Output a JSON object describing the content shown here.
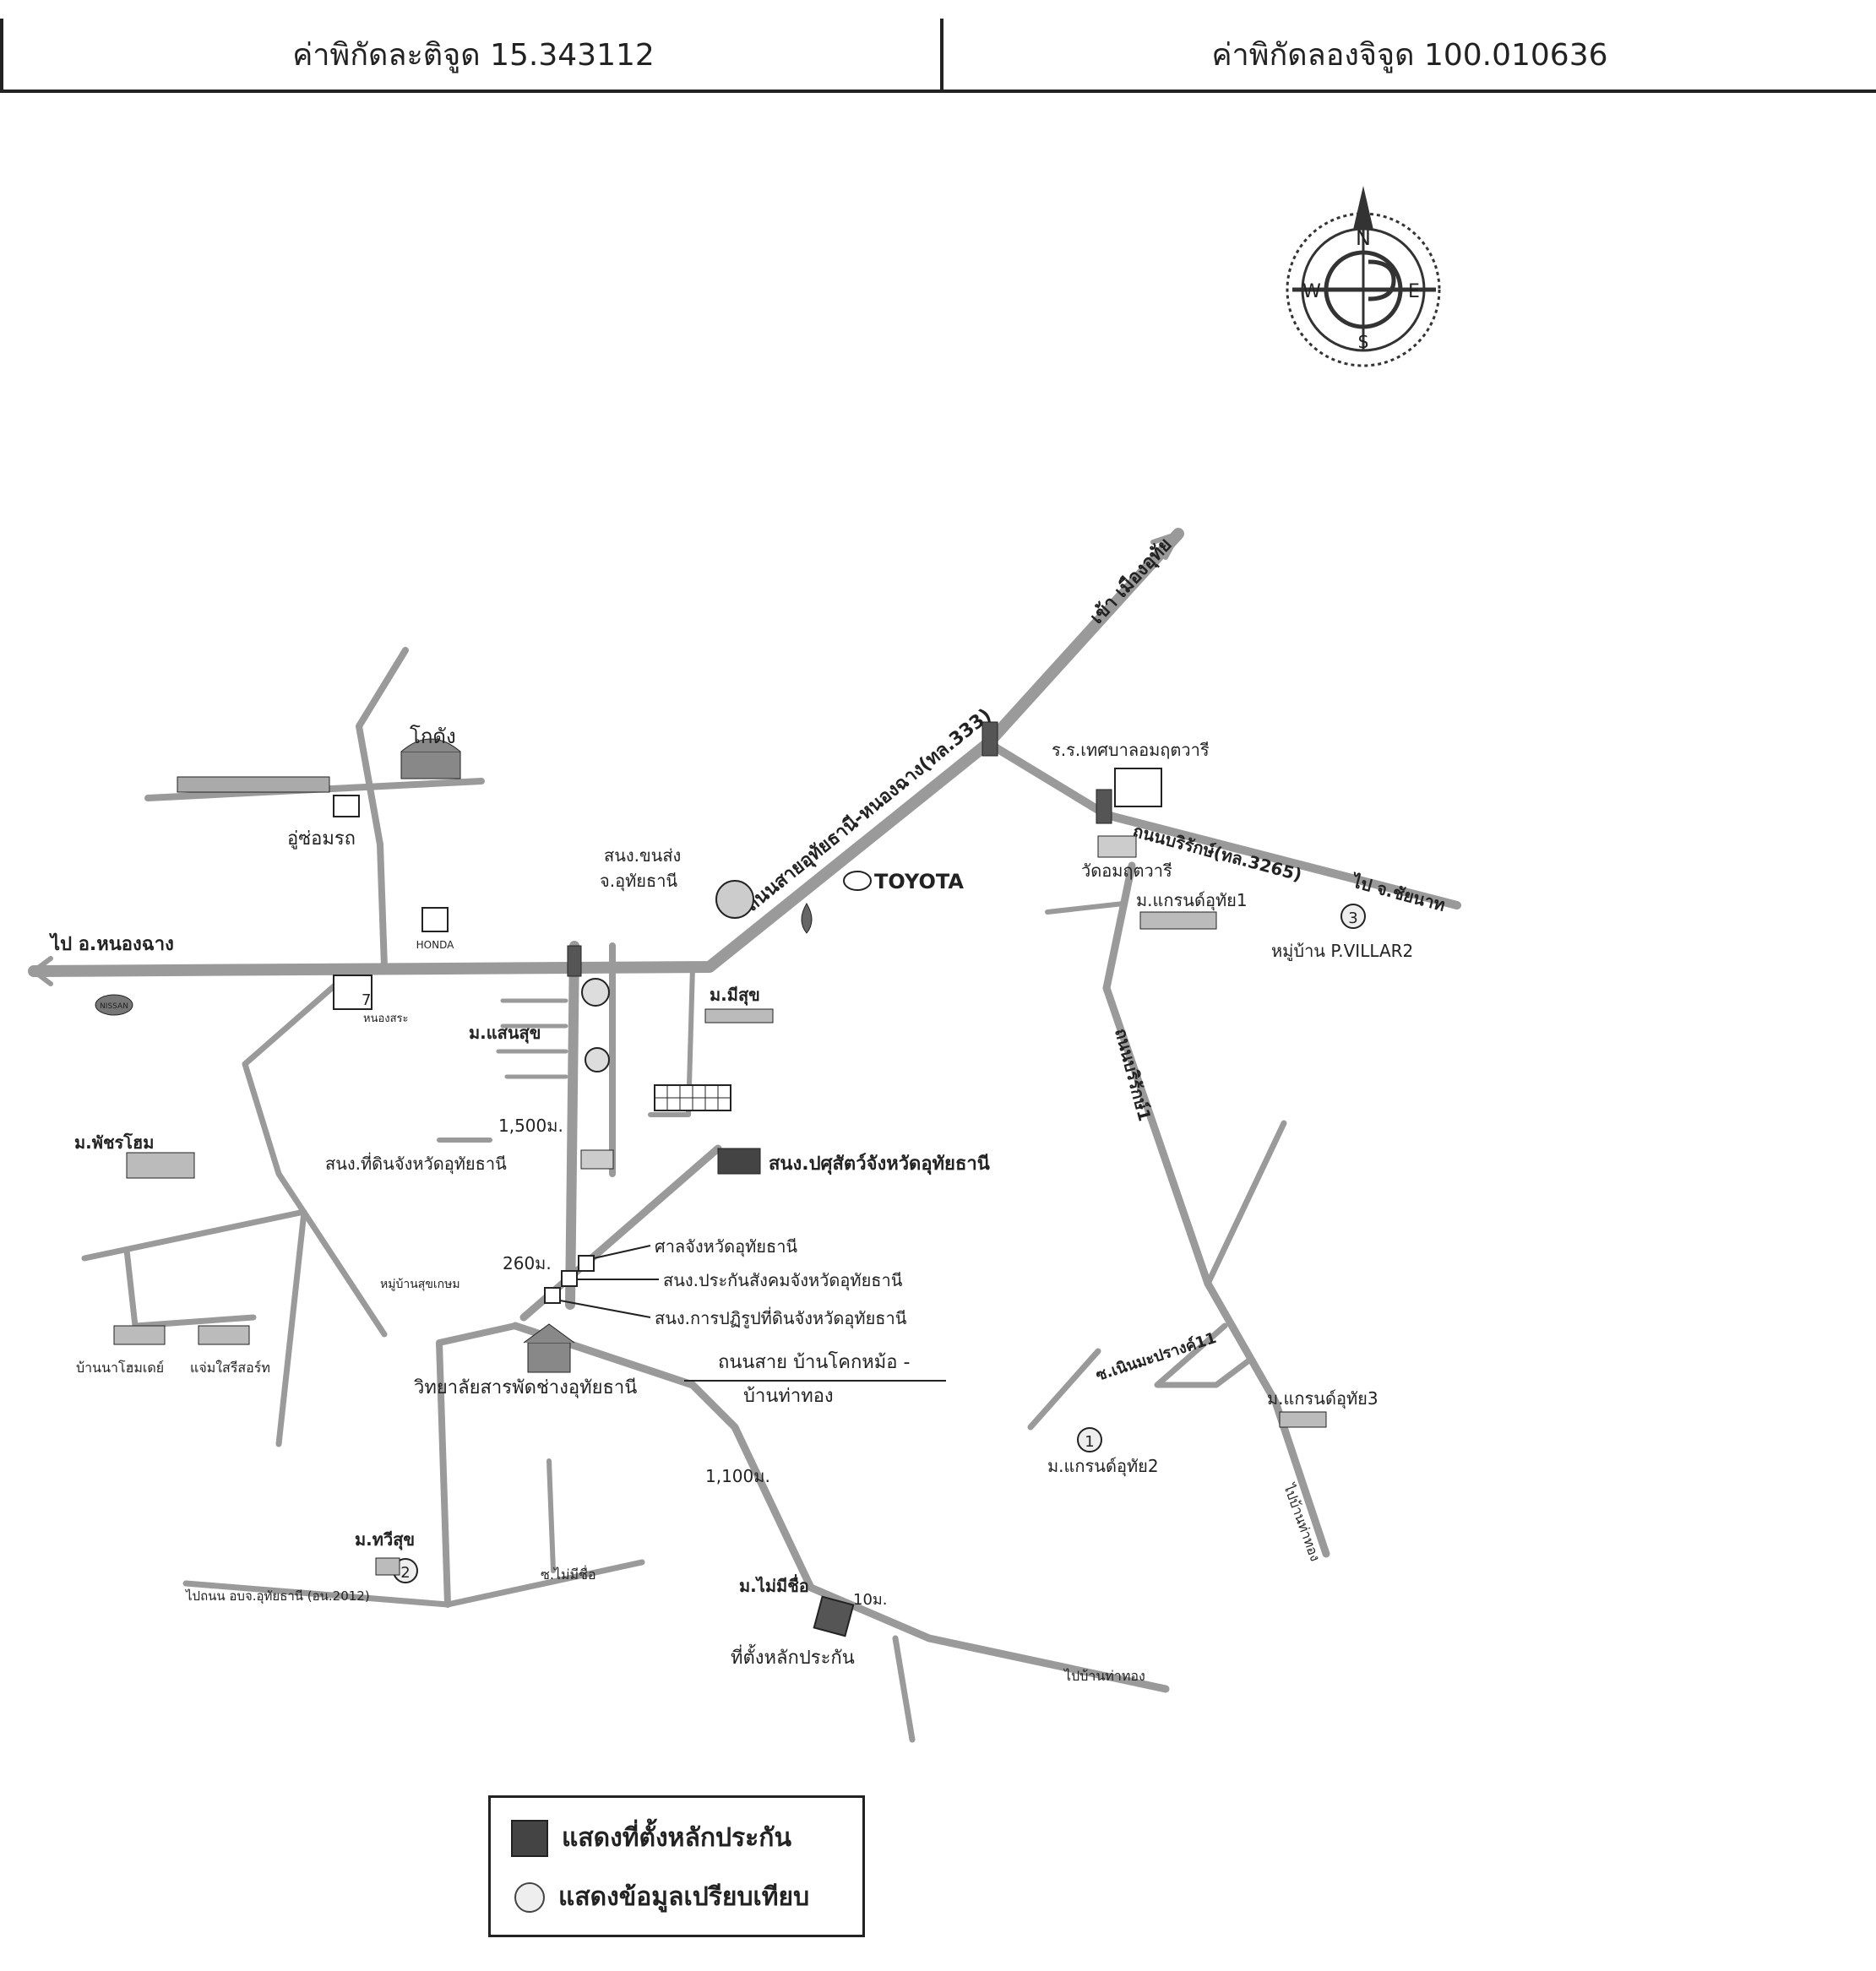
{
  "header": {
    "latitude": "ค่าพิกัดละติจูด 15.343112",
    "longitude": "ค่าพิกัดลองจิจูด 100.010636"
  },
  "compass": {
    "n": "N",
    "s": "S",
    "e": "E",
    "w": "W"
  },
  "roads": {
    "main_highway": "ถนนสายอุทัยธานี-หนองฉาง(ทล.333)",
    "to_muang": "เข้า เมืองอุทัย",
    "to_nong_chang": "ไป อ.หนองฉาง",
    "road_3265": "ถนนบริรักษ์(ทล.3265)",
    "to_sakae": "ไป จ.ชัยนาท",
    "borirak_1": "ถนนบริรักษ์1",
    "soi_11": "ซ.เนินมะปรางค์11",
    "khok_road_line1": "ถนนสาย บ้านโคกหม้อ -",
    "khok_road_line2": "บ้านท่าทอง",
    "to_ban_tha_thong": "ไปบ้านท่าทอง",
    "to_phanom": "ไปถนน อบจ.อุทัยธานี (อน.2012)",
    "to_right_down": "ไปบ้านท่าทอง",
    "soi_small": "ซ.ไม่มีชื่อ"
  },
  "places": {
    "warehouse": "โกดัง",
    "garage": "อู่ซ่อมรถ",
    "transport_office_line1": "สนง.ขนส่ง",
    "transport_office_line2": "จ.อุทัยธานี",
    "toyota": "TOYOTA",
    "honda": "HONDA",
    "nissan": "NISSAN",
    "seven": "7",
    "seven_sub": "หนองสระ",
    "m_misuk": "ม.มีสุข",
    "m_saensuk": "ม.แสนสุข",
    "m_pattarahome": "ม.พัชรโฮม",
    "land_office": "สนง.ที่ดินจังหวัดอุทัยธานี",
    "livestock_office": "สนง.ปศุสัตว์จังหวัดอุทัยธานี",
    "court": "ศาลจังหวัดอุทัยธานี",
    "social_security": "สนง.ประกันสังคมจังหวัดอุทัยธานี",
    "land_reform": "สนง.การปฏิรูปที่ดินจังหวัดอุทัยธานี",
    "village_sukkasem": "หมู่บ้านสุขเกษม",
    "tech_college": "วิทยาลัยสารพัดช่างอุทัยธานี",
    "ban_na_home": "บ้านนาโฮมเดย์",
    "ban_jorn": "แจ่มใสรีสอร์ท",
    "school": "ร.ร.เทศบาลอมฤตวารี",
    "temple": "วัดอมฤตวารี",
    "m_grand1": "ม.แกรนด์อุทัย1",
    "pvillar": "หมู่บ้าน P.VILLAR2",
    "m_grand2": "ม.แกรนด์อุทัย2",
    "m_grand3": "ม.แกรนด์อุทัย3",
    "m_taweesuk": "ม.ทวีสุข",
    "m_no_name": "ม.ไม่มีชื่อ",
    "collateral": "ที่ตั้งหลักประกัน"
  },
  "distances": {
    "d1500": "1,500ม.",
    "d260": "260ม.",
    "d1100": "1,100ม.",
    "d10": "10ม."
  },
  "markers": {
    "m1": "1",
    "m2": "2",
    "m3": "3"
  },
  "legend": {
    "collateral": "แสดงที่ตั้งหลักประกัน",
    "comparison": "แสดงข้อมูลเปรียบเทียบ"
  }
}
